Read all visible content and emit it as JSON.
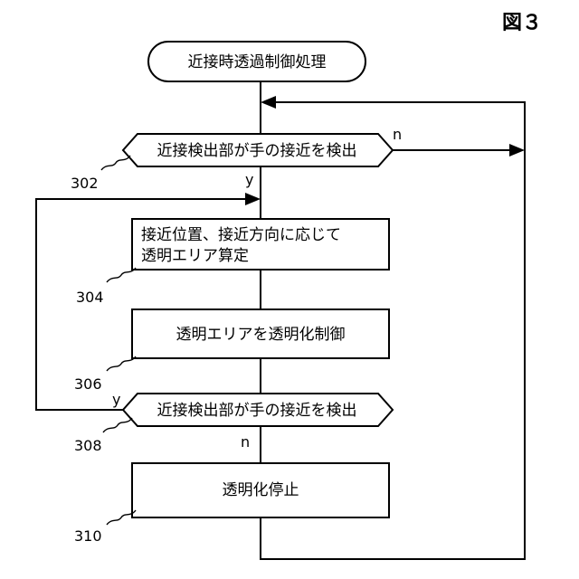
{
  "figure_label": "図３",
  "nodes": {
    "start": "近接時透過制御処理",
    "decision_302": "近接検出部が手の接近を検出",
    "process_304_line1": "接近位置、接近方向に応じて",
    "process_304_line2": "透明エリア算定",
    "process_306": "透明エリアを透明化制御",
    "decision_308": "近接検出部が手の接近を検出",
    "process_310": "透明化停止"
  },
  "branches": {
    "d302_no": "n",
    "d302_yes": "y",
    "d308_yes": "y",
    "d308_no": "n"
  },
  "refs": {
    "r302": "302",
    "r304": "304",
    "r306": "306",
    "r308": "308",
    "r310": "310"
  }
}
